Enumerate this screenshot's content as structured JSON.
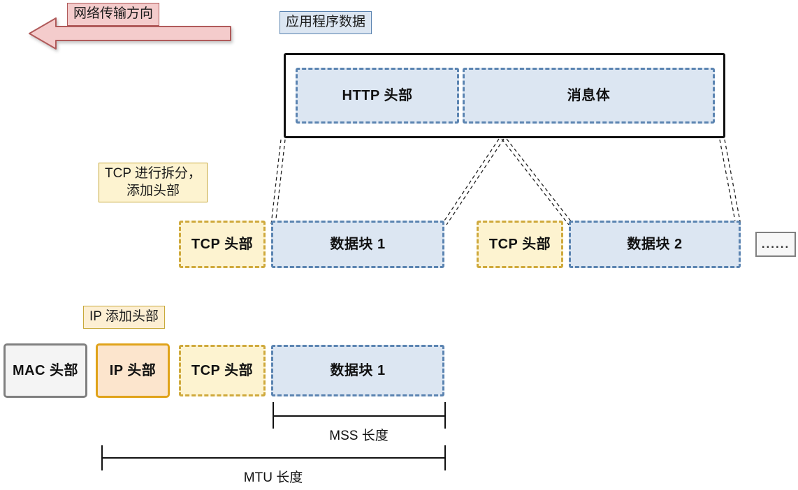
{
  "diagram": {
    "title_flow": "网络传输方向",
    "layers": {
      "application": {
        "callout": "应用程序数据",
        "segments": [
          {
            "label": "HTTP 头部",
            "style": "blue-dashed"
          },
          {
            "label": "消息体",
            "style": "blue-dashed"
          }
        ]
      },
      "transport": {
        "callout_line1": "TCP 进行拆分，",
        "callout_line2": "添加头部",
        "segments": [
          {
            "label": "TCP 头部",
            "style": "yellow-dashed"
          },
          {
            "label": "数据块 1",
            "style": "blue-dashed"
          },
          {
            "label": "TCP 头部",
            "style": "yellow-dashed"
          },
          {
            "label": "数据块 2",
            "style": "blue-dashed"
          },
          {
            "label": "......",
            "style": "gray-solid"
          }
        ]
      },
      "network": {
        "callout": "IP 添加头部",
        "segments": [
          {
            "label": "MAC 头部",
            "style": "gray-solid"
          },
          {
            "label": "IP 头部",
            "style": "orange-solid"
          },
          {
            "label": "TCP 头部",
            "style": "yellow-dashed"
          },
          {
            "label": "数据块 1",
            "style": "blue-dashed"
          }
        ]
      }
    },
    "measures": [
      {
        "name": "mss",
        "label": "MSS 长度"
      },
      {
        "name": "mtu",
        "label": "MTU 长度"
      }
    ]
  },
  "colors": {
    "flow_arrow_fill": "#f4cccc",
    "flow_arrow_stroke": "#b05a5a",
    "data_blue_fill": "#dce6f2",
    "data_blue_stroke": "#5b84b1",
    "header_yellow_fill": "#fdf3d0",
    "header_yellow_stroke": "#cfa93c",
    "ip_fill": "#fce5cd",
    "ip_stroke": "#e0a31a",
    "mac_fill": "#f4f4f4",
    "mac_stroke": "#808080",
    "outline_black": "#111111"
  }
}
